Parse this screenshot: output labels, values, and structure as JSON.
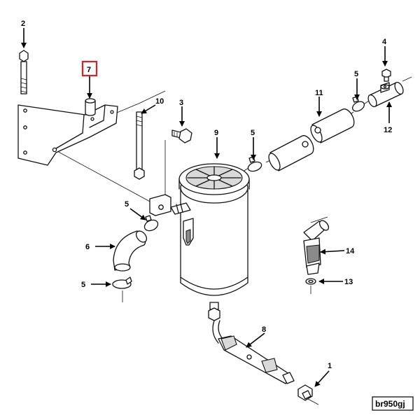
{
  "figure_ref": "br950gj",
  "highlighted_callout": "7",
  "callouts": {
    "c1": "1",
    "c2": "2",
    "c3": "3",
    "c4": "4",
    "c5a": "5",
    "c5b": "5",
    "c5c": "5",
    "c5d": "5",
    "c6": "6",
    "c7": "7",
    "c8": "8",
    "c9": "9",
    "c10": "10",
    "c11": "11",
    "c12": "12",
    "c13": "13",
    "c14": "14"
  },
  "colors": {
    "line": "#111111",
    "highlight": "#e02020",
    "background": "#ffffff"
  }
}
